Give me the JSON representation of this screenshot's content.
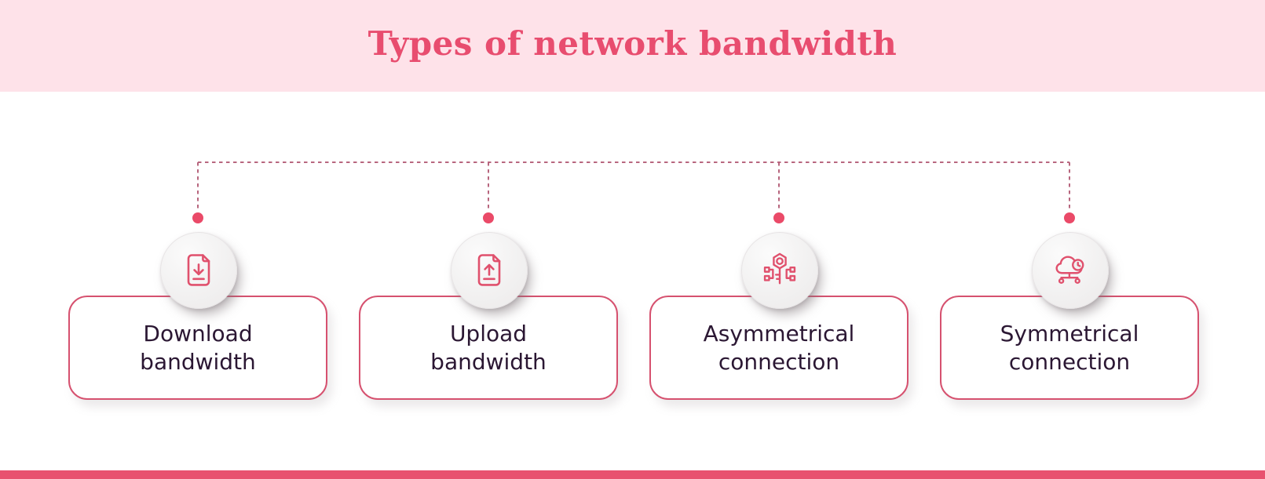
{
  "title": "Types of network bandwidth",
  "items": [
    {
      "label": "Download bandwidth",
      "icon": "file-download-icon"
    },
    {
      "label": "Upload bandwidth",
      "icon": "file-upload-icon"
    },
    {
      "label": "Asymmetrical connection",
      "icon": "digital-key-icon"
    },
    {
      "label": "Symmetrical connection",
      "icon": "cloud-clock-network-icon"
    }
  ],
  "colors": {
    "header_band": "#fee2e9",
    "title_text": "#e84d6f",
    "box_border": "#d6516f",
    "box_text": "#2b1733",
    "connector_line": "#b8677f",
    "connector_dot": "#ea4a68",
    "icon_stroke": "#e0516d",
    "badge_fill": "#f2f1f1",
    "bottom_bar": "#e8516f"
  }
}
